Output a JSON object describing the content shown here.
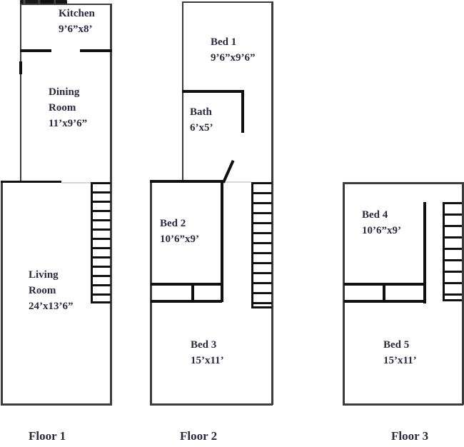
{
  "document": {
    "type": "floor-plan",
    "background": "#ffffff"
  },
  "colors": {
    "wall": "#3c3c3c",
    "wall_bold": "#101010",
    "text": "#2b2840"
  },
  "floors": [
    {
      "label": "Floor 1",
      "rooms": {
        "kitchen": {
          "line1": "Kitchen",
          "line2": "9’6”x8’"
        },
        "dining": {
          "line1": "Dining",
          "line2": "Room",
          "line3": "11’x9’6”"
        },
        "living": {
          "line1": "Living",
          "line2": "Room",
          "line3": "24’x13’6”"
        }
      }
    },
    {
      "label": "Floor 2",
      "rooms": {
        "bed1": {
          "line1": "Bed 1",
          "line2": "9’6”x9’6”"
        },
        "bath": {
          "line1": "Bath",
          "line2": "6’x5’"
        },
        "bed2": {
          "line1": "Bed 2",
          "line2": "10’6”x9’"
        },
        "bed3": {
          "line1": "Bed 3",
          "line2": "15’x11’"
        }
      }
    },
    {
      "label": "Floor 3",
      "rooms": {
        "bed4": {
          "line1": "Bed 4",
          "line2": "10’6”x9’"
        },
        "bed5": {
          "line1": "Bed 5",
          "line2": "15’x11’"
        }
      }
    }
  ]
}
